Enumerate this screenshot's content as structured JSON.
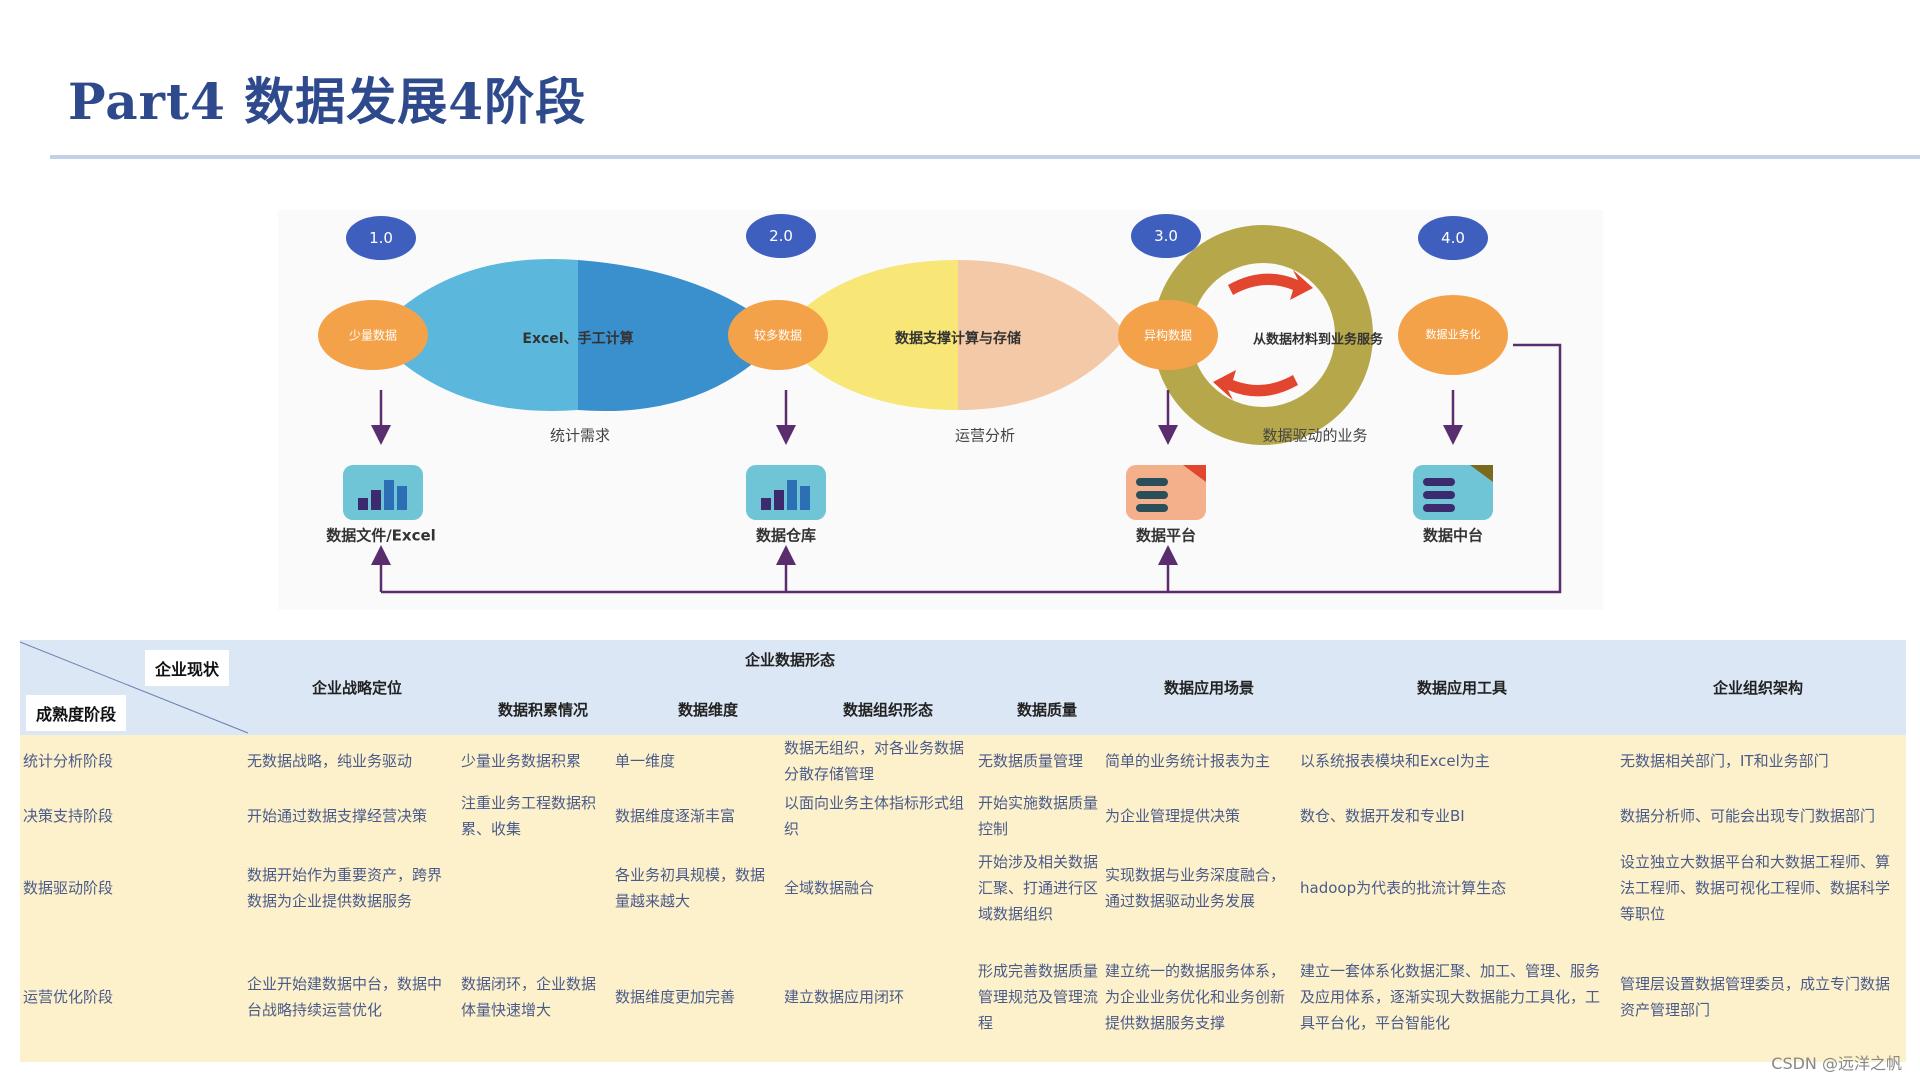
{
  "page": {
    "title": "Part4 数据发展4阶段",
    "watermark": "CSDN @远洋之帆"
  },
  "diagram": {
    "versions": [
      "1.0",
      "2.0",
      "3.0",
      "4.0"
    ],
    "nodes": [
      "少量数据",
      "较多数据",
      "异构数据",
      "数据业务化"
    ],
    "lenses": [
      "Excel、手工计算",
      "数据支撑计算与存储",
      "从数据材料到业务服务"
    ],
    "demands": [
      "统计需求",
      "运营分析",
      "数据驱动的业务"
    ],
    "platforms": [
      "数据文件/Excel",
      "数据仓库",
      "数据平台",
      "数据中台"
    ],
    "colors": {
      "version_circle": "#3f5fbf",
      "node_orange": "#f4a24a",
      "lens1_left": "#5bb8dc",
      "lens1_right": "#3a8fcd",
      "lens2_left": "#f8e676",
      "lens2_right": "#f4c9a8",
      "ring": "#b6a84a",
      "arrow": "#5a2d6e"
    }
  },
  "table": {
    "corner_top": "企业现状",
    "corner_bottom": "成熟度阶段",
    "group_header": "企业数据形态",
    "headers": {
      "strategy": "企业战略定位",
      "accumulation": "数据积累情况",
      "dimension": "数据维度",
      "organization": "数据组织形态",
      "quality": "数据质量",
      "scenario": "数据应用场景",
      "tools": "数据应用工具",
      "structure": "企业组织架构"
    },
    "rows": [
      {
        "stage": "统计分析阶段",
        "strategy": "无数据战略，纯业务驱动",
        "accumulation": "少量业务数据积累",
        "dimension": "单一维度",
        "organization": "数据无组织，对各业务数据分散存储管理",
        "quality": "无数据质量管理",
        "scenario": "简单的业务统计报表为主",
        "tools": "以系统报表模块和Excel为主",
        "structure": "无数据相关部门，IT和业务部门"
      },
      {
        "stage": "决策支持阶段",
        "strategy": "开始通过数据支撑经营决策",
        "accumulation": "注重业务工程数据积累、收集",
        "dimension": "数据维度逐渐丰富",
        "organization": "以面向业务主体指标形式组织",
        "quality": "开始实施数据质量控制",
        "scenario": "为企业管理提供决策",
        "tools": "数仓、数据开发和专业BI",
        "structure": "数据分析师、可能会出现专门数据部门"
      },
      {
        "stage": "数据驱动阶段",
        "strategy": "数据开始作为重要资产，跨界数据为企业提供数据服务",
        "accumulation": "",
        "dimension": "各业务初具规模，数据量越来越大",
        "organization": "全域数据融合",
        "quality": "开始涉及相关数据汇聚、打通进行区域数据组织",
        "scenario": "实现数据与业务深度融合，通过数据驱动业务发展",
        "tools": "hadoop为代表的批流计算生态",
        "structure": "设立独立大数据平台和大数据工程师、算法工程师、数据可视化工程师、数据科学等职位"
      },
      {
        "stage": "运营优化阶段",
        "strategy": "企业开始建数据中台，数据中台战略持续运营优化",
        "accumulation": "数据闭环，企业数据体量快速增大",
        "dimension": "数据维度更加完善",
        "organization": "建立数据应用闭环",
        "quality": "形成完善数据质量管理规范及管理流程",
        "scenario": "建立统一的数据服务体系，为企业业务优化和业务创新提供数据服务支撑",
        "tools": "建立一套体系化数据汇聚、加工、管理、服务及应用体系，逐渐实现大数据能力工具化，工具平台化，平台智能化",
        "structure": "管理层设置数据管理委员，成立专门数据资产管理部门"
      }
    ]
  }
}
